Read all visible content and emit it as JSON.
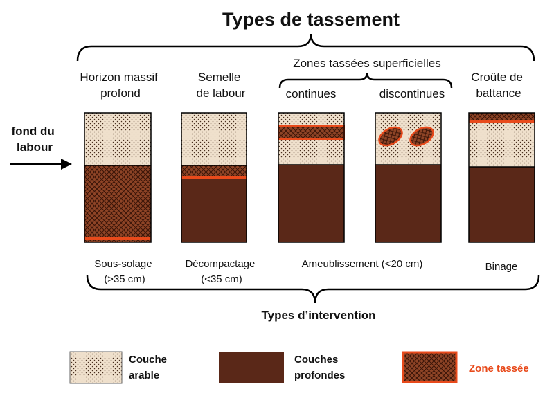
{
  "title": "Types de tassement",
  "group_label": "Zones tassées superficielles",
  "headers": {
    "col1": [
      "Horizon massif",
      "profond"
    ],
    "col2": [
      "Semelle",
      "de labour"
    ],
    "col3": "continues",
    "col4": "discontinues",
    "col5": [
      "Croûte de",
      "battance"
    ]
  },
  "arrow_label": [
    "fond du",
    "labour"
  ],
  "interventions": {
    "col1": [
      "Sous-solage",
      "(>35 cm)"
    ],
    "col2": [
      "Décompactage",
      "(<35 cm)"
    ],
    "col34": "Ameublissement (<20 cm)",
    "col5": "Binage"
  },
  "bottom_label": "Types d’intervention",
  "legend": {
    "arable": [
      "Couche",
      "arable"
    ],
    "profondes": [
      "Couches",
      "profondes"
    ],
    "tassee": "Zone tassée"
  },
  "colors": {
    "arable_bg": "#efe0cc",
    "deep": "#5a2818",
    "compacted": "#e84a1b",
    "compacted_bg": "#8e4426"
  }
}
